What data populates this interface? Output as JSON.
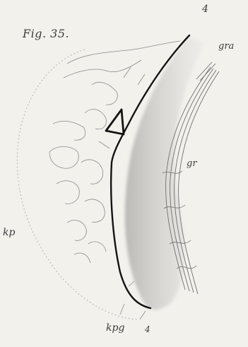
{
  "figure": {
    "title": "Fig. 35.",
    "labels": {
      "top_four": "4",
      "gra": "gra",
      "gr": "gr",
      "kp": "kp",
      "kpg": "kpg",
      "bottom_four": "4"
    }
  },
  "colors": {
    "paper": "#f3f1ec",
    "ink": "#141414",
    "fine_line": "#6e6e6e",
    "faint_line": "#b3b3b3",
    "shading": "#9a9a9a"
  }
}
